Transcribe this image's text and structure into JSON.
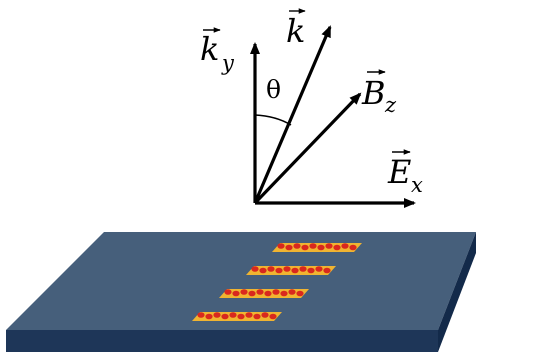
{
  "figure": {
    "vectors": [
      {
        "id": "k",
        "symbol": "k",
        "subscript": ""
      },
      {
        "id": "ky",
        "symbol": "k",
        "subscript": "y"
      },
      {
        "id": "bz",
        "symbol": "B",
        "subscript": "z"
      },
      {
        "id": "ex",
        "symbol": "E",
        "subscript": "x"
      }
    ],
    "angle_label": "θ",
    "colors": {
      "substrate_top": "#465f7b",
      "substrate_front": "#1e3658",
      "substrate_side": "#132a4a",
      "strip_gold": "#f0b431",
      "strip_red": "#d9281e",
      "arrows": "#000000"
    },
    "strip_count": 4
  }
}
